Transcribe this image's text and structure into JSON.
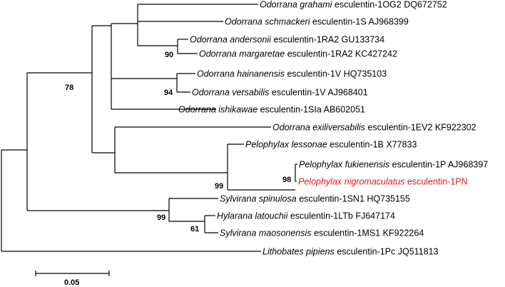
{
  "taxa": [
    {
      "species": "Odorrana grahami",
      "rest": "esculentin-1OG2 DQ672752",
      "highlight": false
    },
    {
      "species": "Odorrana schmackeri",
      "rest": "esculentin-1S AJ968399",
      "highlight": false
    },
    {
      "species": "Odorrana andersonii",
      "rest": "esculentin-1RA2 GU133734",
      "highlight": false
    },
    {
      "species": "Odorrana margaretae",
      "rest": "esculentin-1RA2 KC427242",
      "highlight": false
    },
    {
      "species": "Odorrana hainanensis",
      "rest": "esculentin-1V HQ735103",
      "highlight": false
    },
    {
      "species": "Odorrana versabilis",
      "rest": "esculentin-1V AJ968401",
      "highlight": false
    },
    {
      "species": "Odorrana ishikawae",
      "rest": "esculentin-1SIa AB602051",
      "highlight": false
    },
    {
      "species": "Odorrana exiliversabilis",
      "rest": "esculentin-1EV2 KF922302",
      "highlight": false
    },
    {
      "species": "Pelophylax lessonae",
      "rest": "esculentin-1B X77833",
      "highlight": false
    },
    {
      "species": "Pelophylax fukienensis",
      "rest": "esculentin-1P AJ968397",
      "highlight": false
    },
    {
      "species": "Pelophylax nigromaculatus",
      "rest": "esculentin-1PN",
      "highlight": true
    },
    {
      "species": "Sylvirana spinulosa",
      "rest": "esculentin-1SN1 HQ735155",
      "highlight": false
    },
    {
      "species": "Hylarana latouchii",
      "rest": "esculentin-1LTb FJ647174",
      "highlight": false
    },
    {
      "species": "Sylvirana maosonensis",
      "rest": "esculentin-1MS1 KF922264",
      "highlight": false
    },
    {
      "species": "Lithobates pipiens",
      "rest": "esculentin-1Pc JQ511813",
      "highlight": false
    }
  ],
  "bootstrap": [
    "90",
    "94",
    "78",
    "99",
    "98",
    "99",
    "61"
  ],
  "scale_bar": {
    "label": "0.05"
  },
  "colors": {
    "line": "#000000",
    "highlight": "#d7191c"
  }
}
